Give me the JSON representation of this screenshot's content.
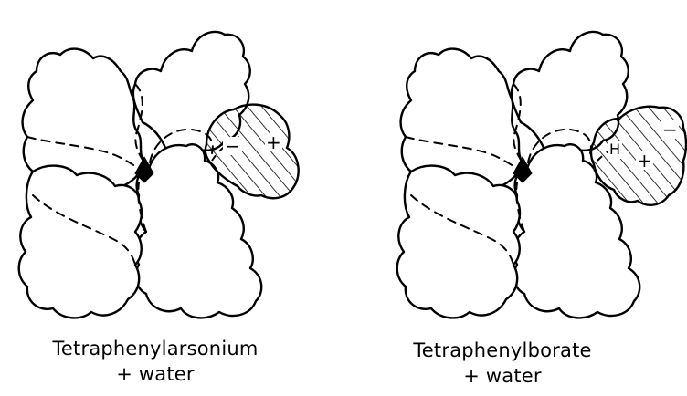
{
  "panels": [
    {
      "caption_line1": "Tetraphenylarsonium",
      "caption_line2": "+ water",
      "symbols": [
        "−",
        "+"
      ]
    },
    {
      "caption_line1": "Tetraphenylborate",
      "caption_line2": "+ water",
      "symbols": [
        "H",
        "+",
        "−"
      ]
    }
  ]
}
